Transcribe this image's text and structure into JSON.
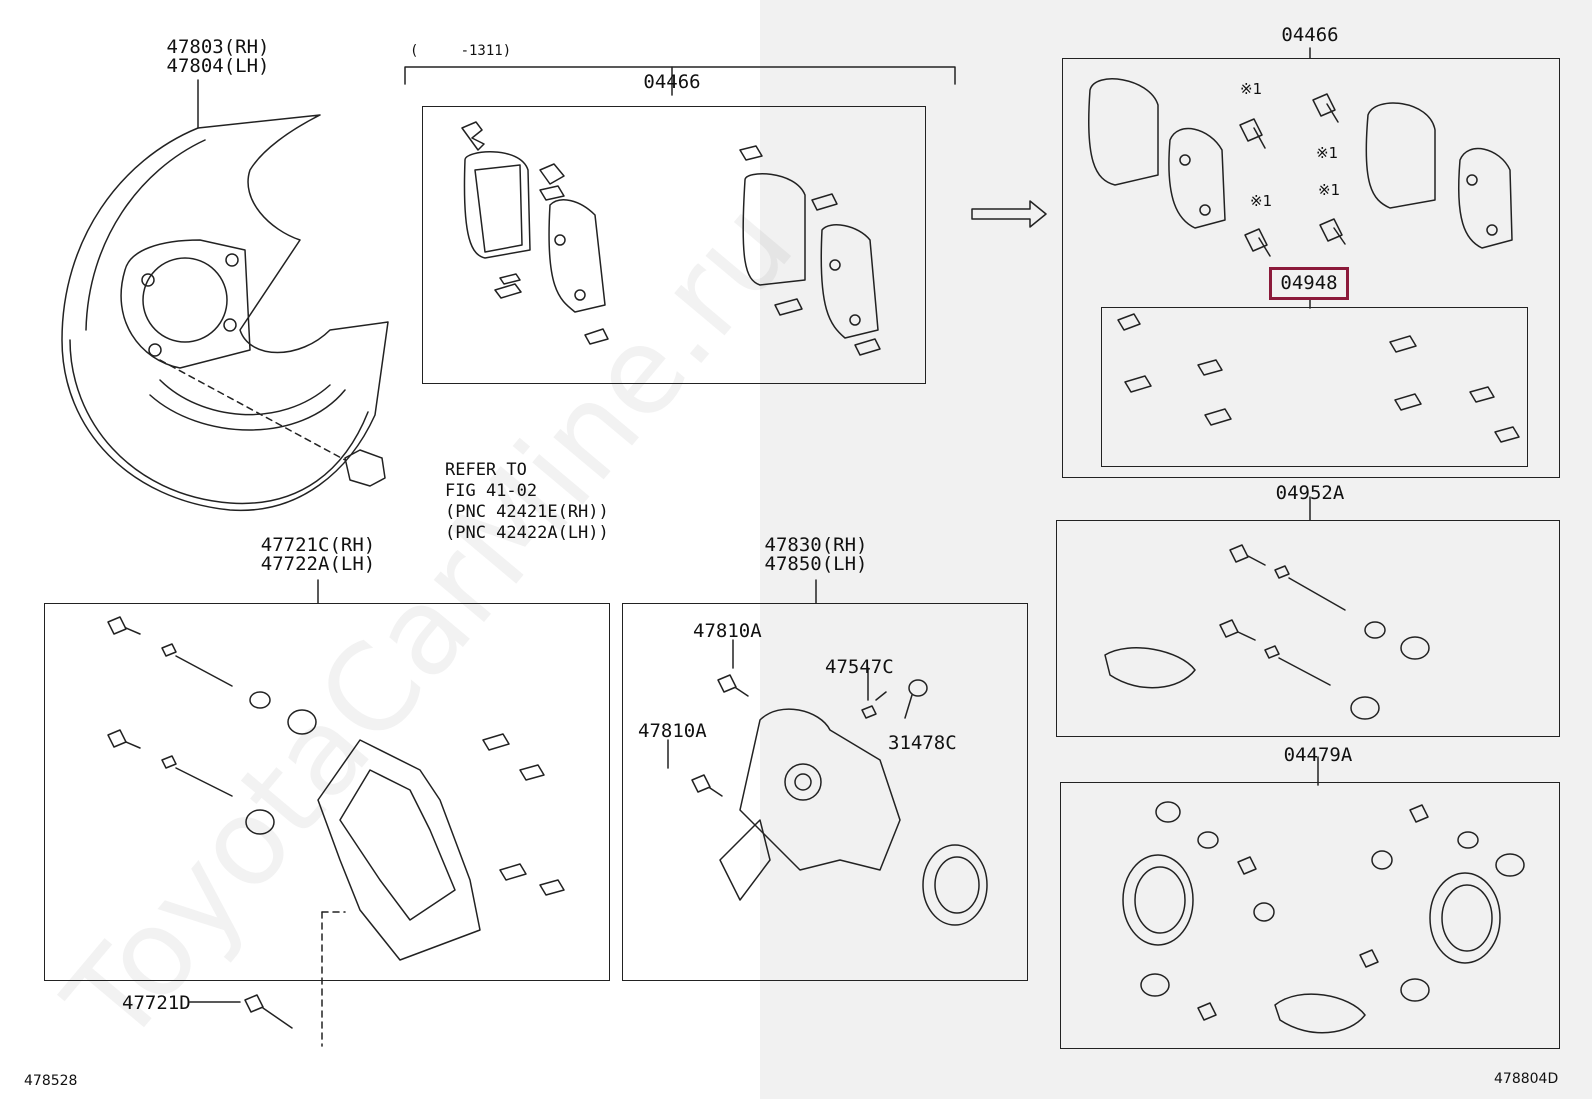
{
  "labels": {
    "shield_pn": "47803(RH)\n47804(LH)",
    "refer_to": "REFER TO\nFIG 41-02\n(PNC 42421E(RH))\n(PNC 42422A(LH))",
    "date_range": "(     -1311)",
    "kit_left_pn": "04466",
    "kit_right_pn": "04466",
    "shim_kit_pn": "04948",
    "note_mark": "※1",
    "caliper_mount_pn": "47721C(RH)\n47722A(LH)",
    "mount_bolt_pn": "47721D",
    "cylinder_pn": "47830(RH)\n47850(LH)",
    "bolt_a_pn": "47810A",
    "bolt_b_pn": "47810A",
    "bleeder_pn": "47547C",
    "cap_pn": "31478C",
    "slide_kit_pn": "04952A",
    "seal_kit_pn": "04479A",
    "fig_left": "478528",
    "fig_right": "478804D"
  },
  "watermark": "ToyotaCarMine.ru"
}
